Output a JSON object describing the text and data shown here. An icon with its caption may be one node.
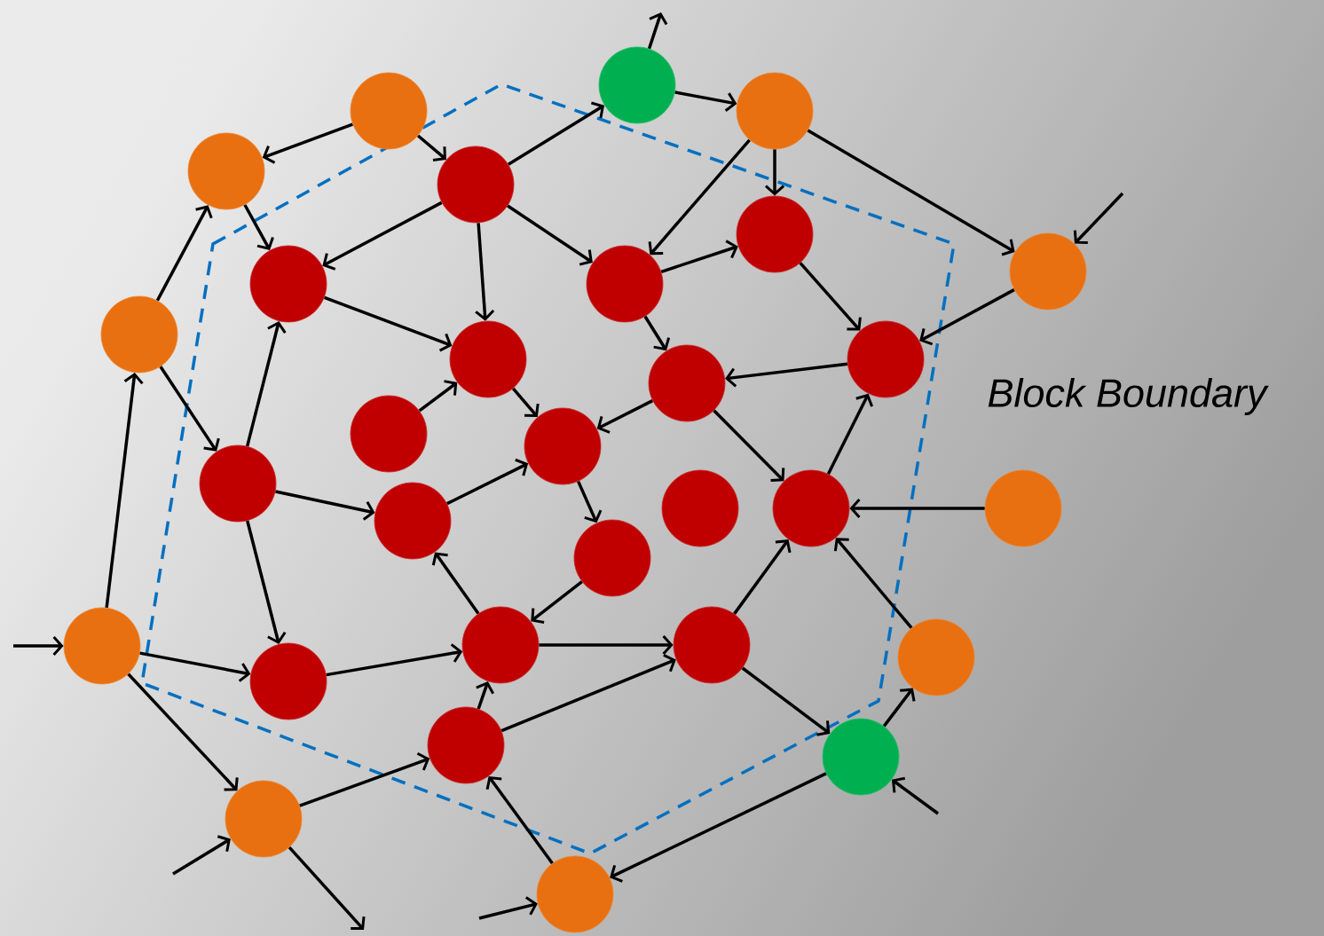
{
  "diagram": {
    "nodes": [
      {
        "text": [],
        "shape": "circle"
      },
      {
        "text": [],
        "shape": "circle"
      },
      {
        "text": [],
        "shape": "circle"
      },
      {
        "text": [],
        "shape": "circle"
      },
      {
        "text": [],
        "shape": "circle"
      },
      {
        "text": [],
        "shape": "circle"
      },
      {
        "text": [],
        "shape": "circle"
      },
      {
        "text": [],
        "shape": "circle"
      },
      {
        "text": [],
        "shape": "circle"
      },
      {
        "text": [],
        "shape": "circle"
      },
      {
        "text": [],
        "shape": "circle"
      },
      {
        "text": [],
        "shape": "circle"
      },
      {
        "text": [],
        "shape": "circle"
      },
      {
        "text": [],
        "shape": "circle"
      },
      {
        "text": [],
        "shape": "circle"
      },
      {
        "text": [],
        "shape": "circle"
      },
      {
        "text": [],
        "shape": "circle"
      },
      {
        "text": [],
        "shape": "circle"
      },
      {
        "text": [],
        "shape": "circle"
      },
      {
        "text": [],
        "shape": "circle"
      },
      {
        "text": [],
        "shape": "circle"
      },
      {
        "text": [],
        "shape": "circle"
      },
      {
        "text": [],
        "shape": "circle"
      },
      {
        "text": [],
        "shape": "circle"
      },
      {
        "text": [],
        "shape": "circle"
      },
      {
        "text": [],
        "shape": "circle"
      },
      {
        "text": [],
        "shape": "circle"
      },
      {
        "text": [],
        "shape": "circle"
      },
      {
        "text": [],
        "shape": "circle"
      },
      {
        "text": [],
        "shape": "circle"
      }
    ],
    "edges": [
      {
        "from": 1,
        "to": 3,
        "arrow": "to"
      },
      {
        "from": 1,
        "to": 4,
        "arrow": "to"
      },
      {
        "from": 3,
        "to": 7,
        "arrow": "to"
      },
      {
        "from": 9,
        "to": 3,
        "arrow": "to"
      },
      {
        "from": 9,
        "to": 15,
        "arrow": "to"
      },
      {
        "from": 21,
        "to": 9,
        "arrow": "to"
      },
      {
        "from": null,
        "to": 21,
        "arrow": "to"
      },
      {
        "from": 21,
        "to": 25,
        "arrow": "to"
      },
      {
        "from": 21,
        "to": 28,
        "arrow": "to"
      },
      {
        "from": null,
        "to": 28,
        "arrow": "to"
      },
      {
        "from": 28,
        "to": null,
        "arrow": "to"
      },
      {
        "from": 28,
        "to": 26,
        "arrow": "to"
      },
      {
        "from": null,
        "to": 29,
        "arrow": "to"
      },
      {
        "from": 29,
        "to": 26,
        "arrow": "to"
      },
      {
        "from": 27,
        "to": 29,
        "arrow": "to"
      },
      {
        "from": null,
        "to": 27,
        "arrow": "to"
      },
      {
        "from": 27,
        "to": 24,
        "arrow": "to"
      },
      {
        "from": 23,
        "to": 27,
        "arrow": "to"
      },
      {
        "from": 24,
        "to": 17,
        "arrow": "to"
      },
      {
        "from": 18,
        "to": 17,
        "arrow": "to"
      },
      {
        "from": null,
        "to": 6,
        "arrow": "to"
      },
      {
        "from": 2,
        "to": 6,
        "arrow": "to"
      },
      {
        "from": 6,
        "to": 11,
        "arrow": "to"
      },
      {
        "from": 0,
        "to": null,
        "arrow": "to"
      },
      {
        "from": 0,
        "to": 2,
        "arrow": "to"
      },
      {
        "from": 4,
        "to": 0,
        "arrow": "to"
      },
      {
        "from": 2,
        "to": 5,
        "arrow": "to"
      },
      {
        "from": 2,
        "to": 8,
        "arrow": "to"
      },
      {
        "from": 4,
        "to": 7,
        "arrow": "to"
      },
      {
        "from": 4,
        "to": 10,
        "arrow": "to"
      },
      {
        "from": 4,
        "to": 8,
        "arrow": "to"
      },
      {
        "from": 8,
        "to": 5,
        "arrow": "to"
      },
      {
        "from": 5,
        "to": 11,
        "arrow": "to"
      },
      {
        "from": 8,
        "to": 12,
        "arrow": "to"
      },
      {
        "from": 11,
        "to": 12,
        "arrow": "to"
      },
      {
        "from": 7,
        "to": 10,
        "arrow": "to"
      },
      {
        "from": 13,
        "to": 10,
        "arrow": "to"
      },
      {
        "from": 10,
        "to": 14,
        "arrow": "to"
      },
      {
        "from": 12,
        "to": 14,
        "arrow": "to"
      },
      {
        "from": 12,
        "to": 17,
        "arrow": "to"
      },
      {
        "from": 17,
        "to": 11,
        "arrow": "to"
      },
      {
        "from": 15,
        "to": 7,
        "arrow": "to"
      },
      {
        "from": 15,
        "to": 19,
        "arrow": "to"
      },
      {
        "from": 15,
        "to": 25,
        "arrow": "to"
      },
      {
        "from": 19,
        "to": 14,
        "arrow": "to"
      },
      {
        "from": 14,
        "to": 20,
        "arrow": "to"
      },
      {
        "from": 20,
        "to": 22,
        "arrow": "to"
      },
      {
        "from": 22,
        "to": 19,
        "arrow": "to"
      },
      {
        "from": 25,
        "to": 22,
        "arrow": "to"
      },
      {
        "from": 22,
        "to": 23,
        "arrow": "to"
      },
      {
        "from": 23,
        "to": 17,
        "arrow": "to"
      },
      {
        "from": 26,
        "to": 22,
        "arrow": "to"
      },
      {
        "from": 26,
        "to": 23,
        "arrow": "to"
      }
    ],
    "labels": [
      "Block Boundary"
    ]
  }
}
